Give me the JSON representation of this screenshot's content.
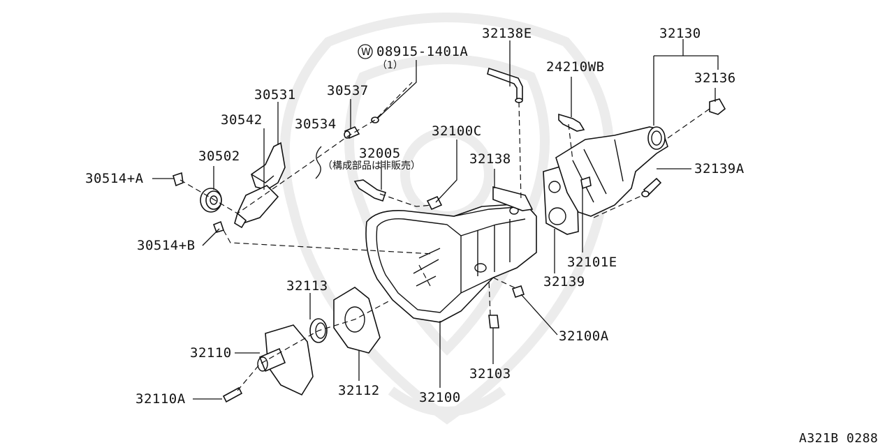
{
  "diagram": {
    "callouts": [
      {
        "id": "32130",
        "text": "32130"
      },
      {
        "id": "32136",
        "text": "32136"
      },
      {
        "id": "32138E",
        "text": "32138E"
      },
      {
        "id": "24210WB",
        "text": "24210WB"
      },
      {
        "id": "08915",
        "text": "08915-1401A"
      },
      {
        "id": "08915qty",
        "text": "（1）"
      },
      {
        "id": "30531",
        "text": "30531"
      },
      {
        "id": "30537",
        "text": "30537"
      },
      {
        "id": "30542",
        "text": "30542"
      },
      {
        "id": "30534",
        "text": "30534"
      },
      {
        "id": "32100C",
        "text": "32100C"
      },
      {
        "id": "32005",
        "text": "32005"
      },
      {
        "id": "32005note",
        "text": "（構成部品は非販売）"
      },
      {
        "id": "30502",
        "text": "30502"
      },
      {
        "id": "30514A",
        "text": "30514+A"
      },
      {
        "id": "32138",
        "text": "32138"
      },
      {
        "id": "32139A",
        "text": "32139A"
      },
      {
        "id": "30514B",
        "text": "30514+B"
      },
      {
        "id": "32101E",
        "text": "32101E"
      },
      {
        "id": "32139",
        "text": "32139"
      },
      {
        "id": "32113",
        "text": "32113"
      },
      {
        "id": "32100A",
        "text": "32100A"
      },
      {
        "id": "32110",
        "text": "32110"
      },
      {
        "id": "32103",
        "text": "32103"
      },
      {
        "id": "32112",
        "text": "32112"
      },
      {
        "id": "32100",
        "text": "32100"
      },
      {
        "id": "32110A",
        "text": "32110A"
      }
    ],
    "washer_symbol": "W",
    "figure_code": "A321B 0288"
  }
}
